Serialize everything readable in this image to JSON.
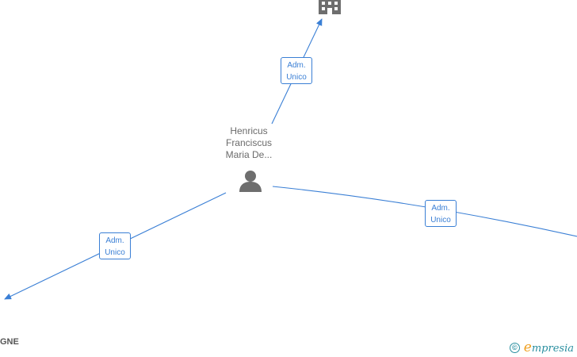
{
  "graph": {
    "person": {
      "name_lines": [
        "Henricus",
        "Franciscus",
        "Maria De..."
      ],
      "icon": "person-icon"
    },
    "company": {
      "icon": "building-icon"
    },
    "edges": [
      {
        "id": "to-company",
        "label_line1": "Adm.",
        "label_line2": "Unico",
        "direction": "up"
      },
      {
        "id": "to-right",
        "label_line1": "Adm.",
        "label_line2": "Unico",
        "direction": "right"
      },
      {
        "id": "to-left",
        "label_line1": "Adm.",
        "label_line2": "Unico",
        "direction": "down-left"
      }
    ],
    "cut_off_label": "GNE",
    "colors": {
      "edge": "#3a7fd5",
      "node_icon": "#6e6e6e",
      "person_text": "#6b6b6b",
      "brand": "#2a8fa0",
      "brand_accent": "#f0a020"
    }
  },
  "footer": {
    "copyright_symbol": "©",
    "brand_initial": "e",
    "brand_rest": "mpresia"
  }
}
